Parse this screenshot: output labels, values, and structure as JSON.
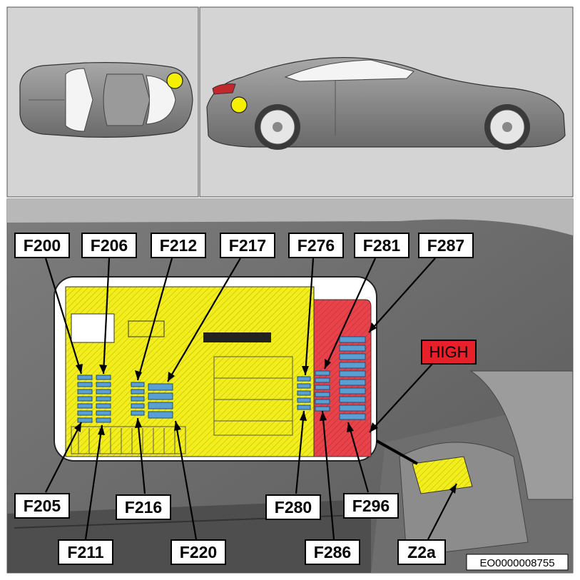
{
  "figure_code": "EO0000008755",
  "high_label": "HIGH",
  "colors": {
    "panel_bg": "#d4d4d4",
    "car_body": "#8a8a8a",
    "fuse_box_yellow": "#f2ee1e",
    "high_zone_red": "#e8434a",
    "fuse_blue": "#5a9fd4",
    "marker_yellow": "#f5ef00"
  },
  "fuse_labels": {
    "top": [
      "F200",
      "F206",
      "F212",
      "F217",
      "F276",
      "F281",
      "F287"
    ],
    "bottom": [
      "F205",
      "F211",
      "F216",
      "F220",
      "F280",
      "F286",
      "F296",
      "Z2a"
    ]
  }
}
